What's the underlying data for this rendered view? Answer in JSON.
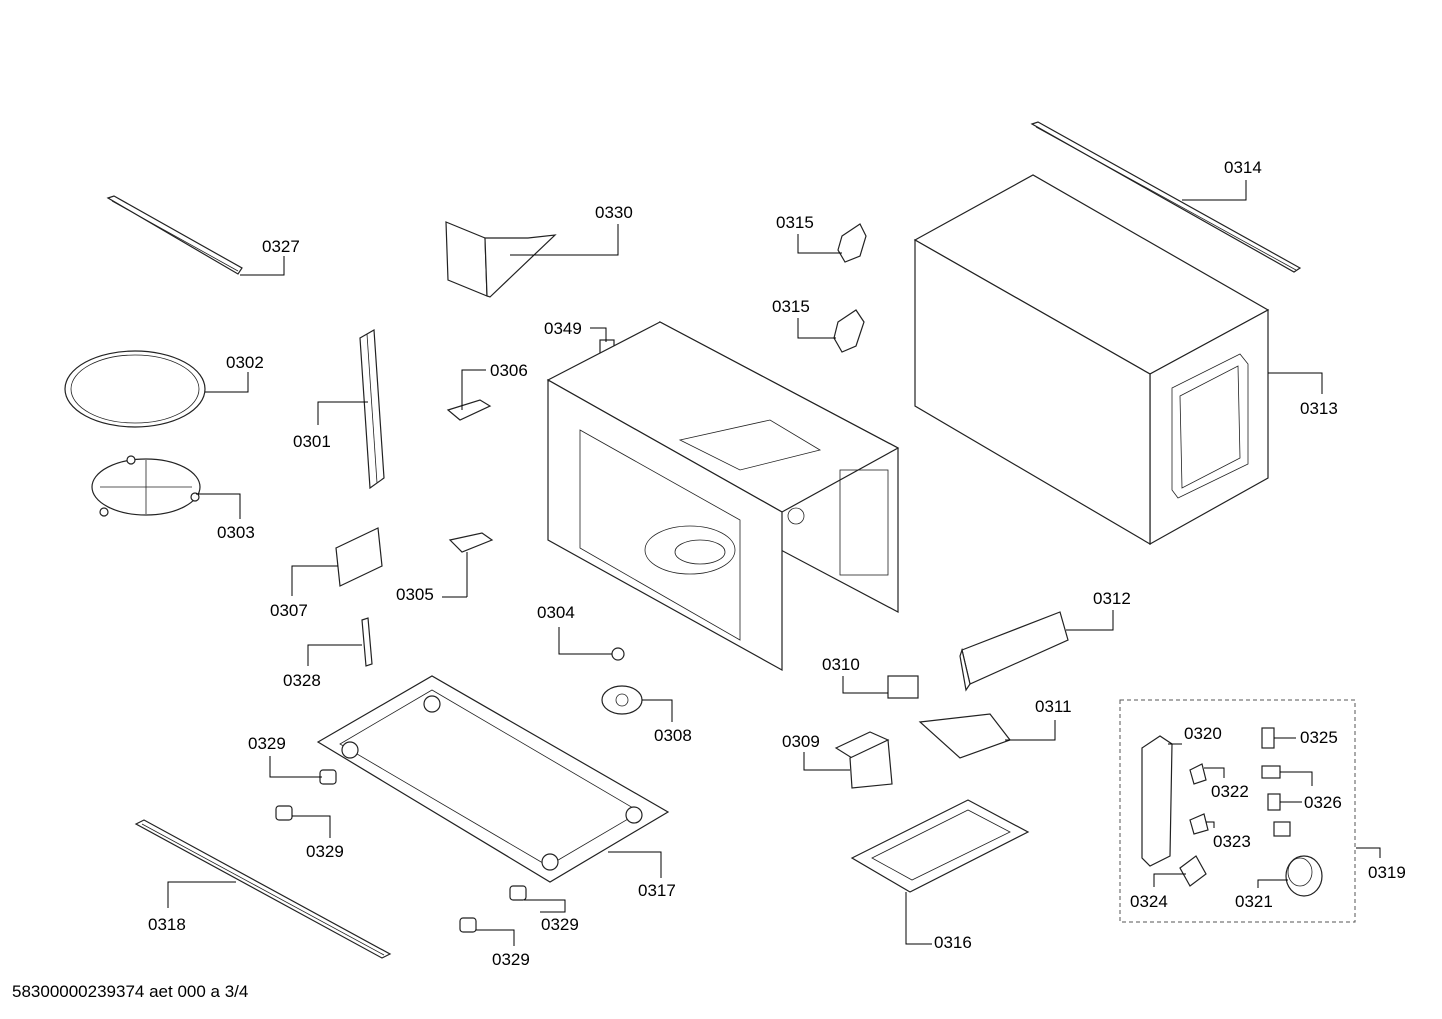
{
  "footer": "58300000239374 aet 000 a 3/4",
  "labels": {
    "p0301": "0301",
    "p0302": "0302",
    "p0303": "0303",
    "p0304": "0304",
    "p0305": "0305",
    "p0306": "0306",
    "p0307": "0307",
    "p0308": "0308",
    "p0309": "0309",
    "p0310": "0310",
    "p0311": "0311",
    "p0312": "0312",
    "p0313": "0313",
    "p0314": "0314",
    "p0315a": "0315",
    "p0315b": "0315",
    "p0316": "0316",
    "p0317": "0317",
    "p0318": "0318",
    "p0319": "0319",
    "p0320": "0320",
    "p0321": "0321",
    "p0322": "0322",
    "p0323": "0323",
    "p0324": "0324",
    "p0325": "0325",
    "p0326": "0326",
    "p0327": "0327",
    "p0328": "0328",
    "p0329a": "0329",
    "p0329b": "0329",
    "p0329c": "0329",
    "p0329d": "0329",
    "p0330": "0330",
    "p0349": "0349"
  }
}
